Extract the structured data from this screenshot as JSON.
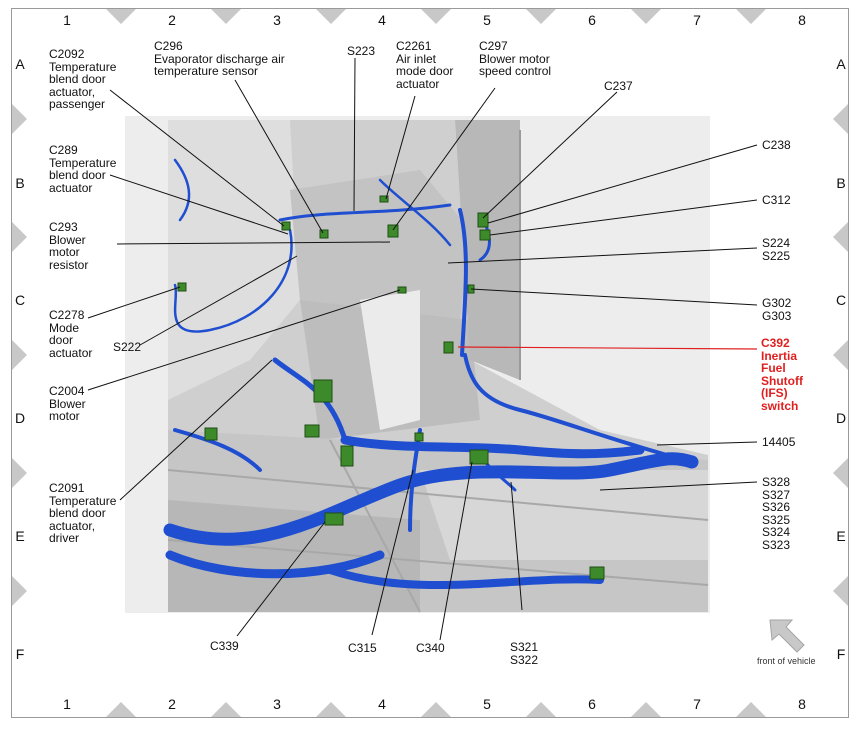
{
  "grid": {
    "columns": [
      "1",
      "2",
      "3",
      "4",
      "5",
      "6",
      "7",
      "8"
    ],
    "rows": [
      "A",
      "B",
      "C",
      "D",
      "E",
      "F"
    ]
  },
  "labels": {
    "c2092": "C2092\nTemperature\nblend door\nactuator,\npassenger",
    "c296": "C296\nEvaporator discharge air\ntemperature sensor",
    "s223": "S223",
    "c2261": "C2261\nAir inlet\nmode door\nactuator",
    "c297": "C297\nBlower motor\nspeed control",
    "c237": "C237",
    "c238": "C238",
    "c312": "C312",
    "c289": "C289\nTemperature\nblend door\nactuator",
    "c293": "C293\nBlower\nmotor\nresistor",
    "s224": "S224\nS225",
    "c2278": "C2278\nMode\ndoor\nactuator",
    "g302": "G302\nG303",
    "s222": "S222",
    "c392": "C392\nInertia\nFuel\nShutoff\n(IFS)\nswitch",
    "c2004": "C2004\nBlower\nmotor",
    "n14405": "14405",
    "s328": "S328\nS327\nS326\nS325\nS324\nS323",
    "c2091": "C2091\nTemperature\nblend door\nactuator,\ndriver",
    "c339": "C339",
    "c315": "C315",
    "c340": "C340",
    "s321": "S321\nS322",
    "front": "front of vehicle"
  },
  "colors": {
    "harness": "#1f4fd0",
    "highlight": "#e02020",
    "connector": "#3d8a2a",
    "body": "#d4d4d4"
  }
}
